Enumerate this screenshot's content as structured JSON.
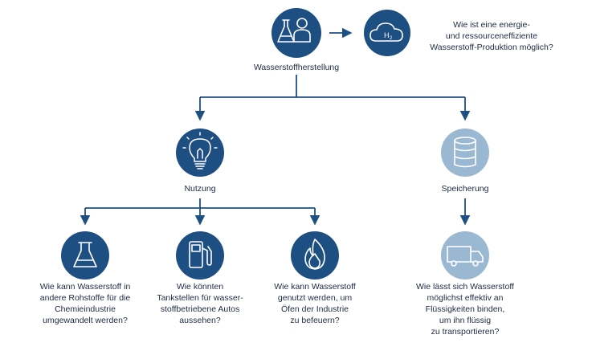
{
  "colors": {
    "dark_blue": "#1e4f82",
    "light_blue": "#9bb8d3",
    "line": "#1e4f82",
    "text": "#1e2a44"
  },
  "top": {
    "label": "Wasserstoffherstellung",
    "icon": "flask-person-icon",
    "side_icon": "hydrogen-cloud-icon",
    "cloud_text": "H",
    "cloud_sub": "2",
    "question": "Wie ist eine energie-\nund ressourceneffiziente\nWasserstoff-Produktion möglich?"
  },
  "nutzung": {
    "label": "Nutzung",
    "icon": "lightbulb-icon"
  },
  "speicherung": {
    "label": "Speicherung",
    "icon": "storage-cylinder-icon"
  },
  "leaves": [
    {
      "icon": "flask-icon",
      "question": "Wie kann Wasserstoff in\nandere Rohstoffe für die\nChemieindustrie\numgewandelt werden?"
    },
    {
      "icon": "fuel-pump-icon",
      "question": "Wie könnten\nTankstellen für wasser-\nstoffbetriebene Autos\naussehen?"
    },
    {
      "icon": "flame-icon",
      "question": "Wie kann Wasserstoff\ngenutzt werden, um\nÖfen der Industrie\nzu befeuern?"
    },
    {
      "icon": "truck-icon",
      "question": "Wie lässt sich Wasserstoff\nmöglichst effektiv an\nFlüssigkeiten binden,\num ihn flüssig\nzu transportieren?"
    }
  ]
}
